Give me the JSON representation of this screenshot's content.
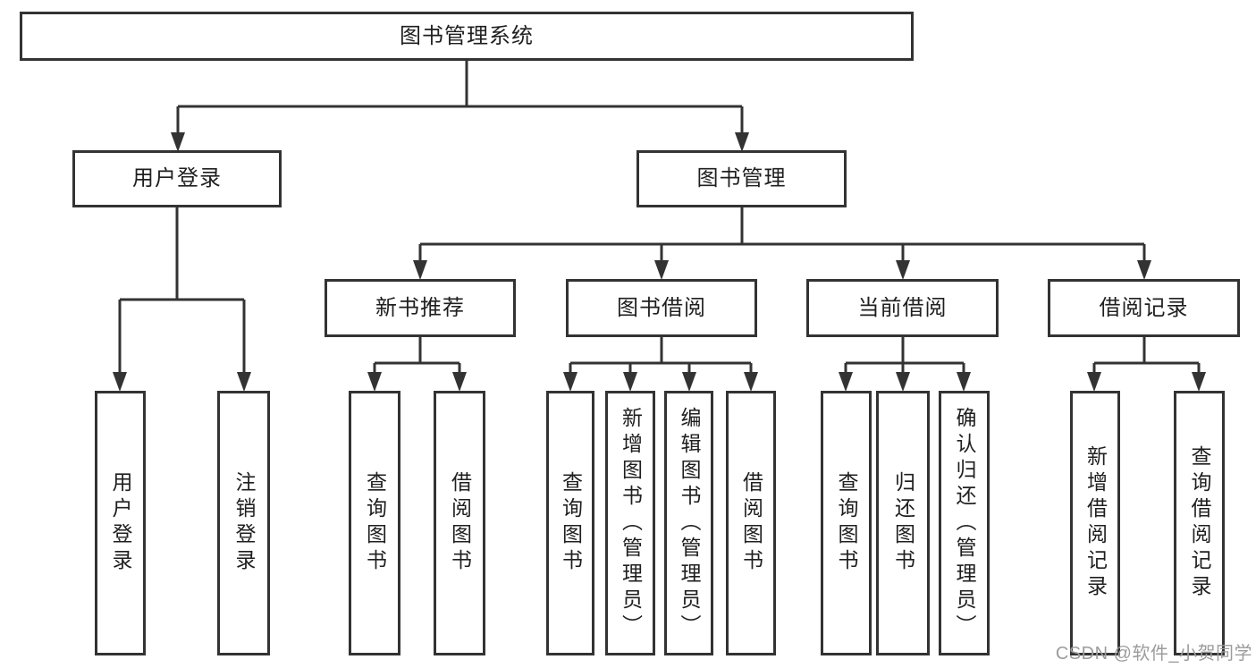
{
  "root": {
    "label": "图书管理系统"
  },
  "level2": [
    {
      "label": "用户登录"
    },
    {
      "label": "图书管理"
    }
  ],
  "level3": [
    {
      "label": "新书推荐"
    },
    {
      "label": "图书借阅"
    },
    {
      "label": "当前借阅"
    },
    {
      "label": "借阅记录"
    }
  ],
  "leaves": {
    "login": [
      "用户登录",
      "注销登录"
    ],
    "newbook": [
      "查询图书",
      "借阅图书"
    ],
    "borrow": [
      "查询图书",
      "新增图书（管理员）",
      "编辑图书（管理员）",
      "借阅图书"
    ],
    "current": [
      "查询图书",
      "归还图书",
      "确认归还（管理员）"
    ],
    "records": [
      "新增借阅记录",
      "查询借阅记录"
    ]
  },
  "watermark": {
    "text": "CSDN @软件_小贺同学"
  },
  "colors": {
    "line": "#333333",
    "text": "#1f1f1f",
    "watermark": "#9c9c9c",
    "background": "#ffffff"
  }
}
